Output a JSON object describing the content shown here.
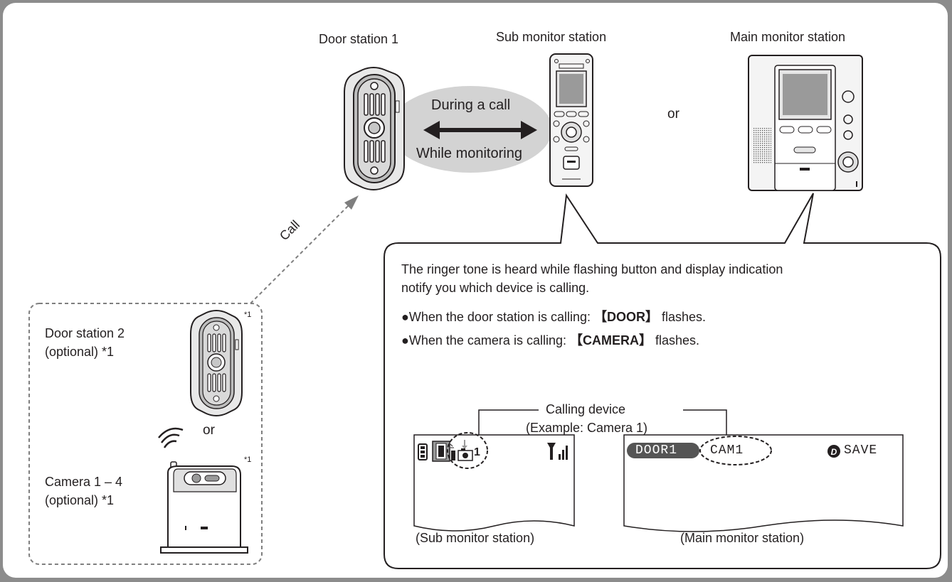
{
  "labels": {
    "door_station_1": "Door station 1",
    "sub_monitor_station": "Sub monitor station",
    "main_monitor_station": "Main monitor station",
    "during_a_call": "During a call",
    "while_monitoring": "While monitoring",
    "or_top": "or",
    "call": "Call",
    "door_station_2_line1": "Door station 2",
    "door_station_2_line2": "(optional) *1",
    "or_left": "or",
    "camera_line1": "Camera 1 – 4",
    "camera_line2": "(optional) *1",
    "footnote_door": "*1",
    "footnote_camera": "*1"
  },
  "callout": {
    "line1": "The ringer tone is heard while flashing button and display indication",
    "line2": "notify you which device is calling.",
    "bullet1_prefix": "●When the door station is calling: ",
    "bullet1_key": "【DOOR】",
    "bullet1_suffix": " flashes.",
    "bullet2_prefix": "●When the camera is calling: ",
    "bullet2_key": "【CAMERA】",
    "bullet2_suffix": " flashes.",
    "calling_device": "Calling device",
    "example": "(Example: Camera 1)",
    "sub_caption": "(Sub monitor station)",
    "main_caption": "(Main monitor station)"
  },
  "sub_screen": {
    "camera_number": "1"
  },
  "main_screen": {
    "door_tab": "DOOR1",
    "cam_tab": "CAM1",
    "save_label": "SAVE"
  },
  "colors": {
    "frame": "#8c8c8c",
    "bubble": "#d3d3d3",
    "dashed": "#7f7f7f",
    "text": "#231f20"
  }
}
